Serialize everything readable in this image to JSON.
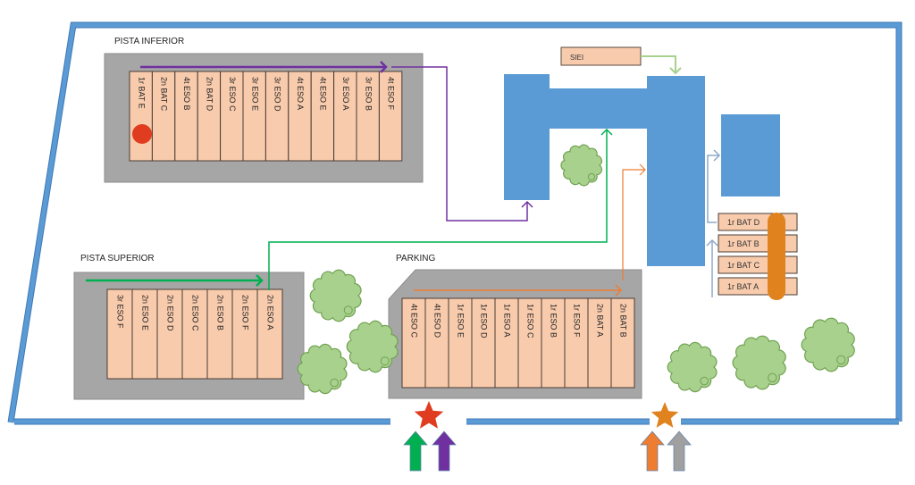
{
  "title": "School site evacuation map",
  "colors": {
    "wall": "#5b9bd5",
    "building": "#5b9bd5",
    "yard": "#a6a6a6",
    "slot": "#f8cbad",
    "tree": "#a9d18e",
    "tree_stroke": "#6fa150",
    "purple": "#7030a0",
    "green": "#00b050",
    "orange": "#ed7d31",
    "grey": "#a0a0a0",
    "light_green": "#a9d18e",
    "blue_grey": "#8ea9c8",
    "meeting_red": "#e03c1f",
    "bar_orange": "#e0821e"
  },
  "zones": {
    "pista_inferior": {
      "label": "PISTA INFERIOR",
      "slots": [
        "1r BAT E",
        "2n BAT C",
        "4t ESO B",
        "2n BAT D",
        "3r ESO C",
        "3r ESO E",
        "3r ESO D",
        "4t ESO A",
        "4t ESO E",
        "3r ESO A",
        "3r ESO B",
        "4t ESO F"
      ],
      "marker": "red-dot"
    },
    "pista_superior": {
      "label": "PISTA SUPERIOR",
      "slots": [
        "3r ESO F",
        "2n ESO E",
        "2n ESO D",
        "2n ESO C",
        "2n ESO B",
        "2n ESO F",
        "2n ESO A"
      ]
    },
    "parking": {
      "label": "PARKING",
      "slots": [
        "4t ESO C",
        "4t ESO D",
        "1r ESO E",
        "1r ESO D",
        "1r ESO A",
        "1r ESO C",
        "1r ESO B",
        "1r ESO F",
        "2n BAT A",
        "2n BAT B"
      ]
    },
    "siei": {
      "label": "SIEI"
    },
    "bat_group": {
      "slots": [
        "1r BAT D",
        "1r BAT B",
        "1r BAT C",
        "1r BAT A"
      ]
    }
  },
  "entrances": [
    {
      "name": "entrance-left",
      "star_color": "#e03c1f",
      "arrows": [
        "#00b050",
        "#7030a0"
      ]
    },
    {
      "name": "entrance-right",
      "star_color": "#e0821e",
      "arrows": [
        "#ed7d31",
        "#a0a0a0"
      ]
    }
  ]
}
